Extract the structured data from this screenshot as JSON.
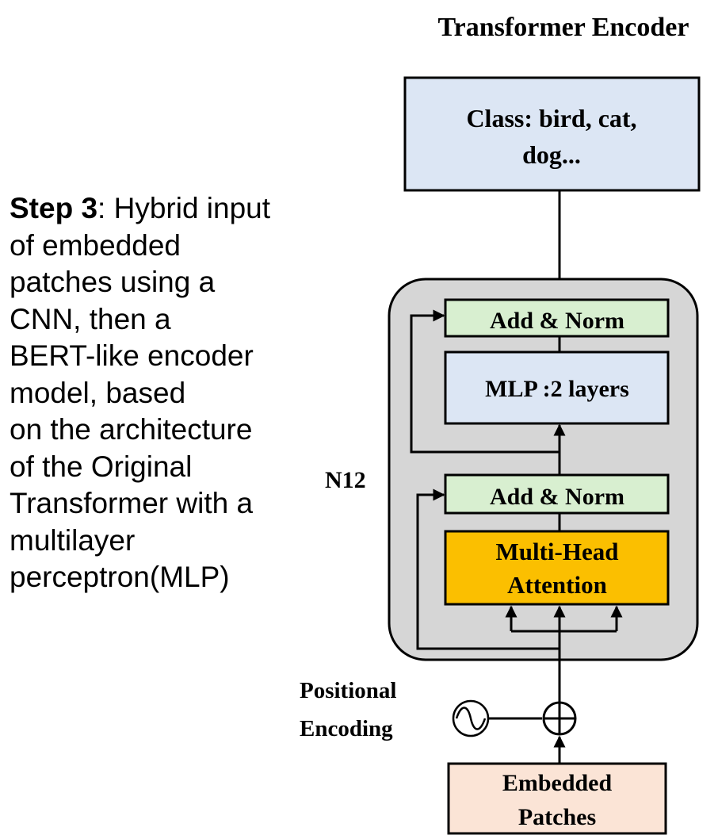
{
  "title": "Transformer Encoder",
  "step_text": {
    "label": "Step 3",
    "line1_rest": ": Hybrid input",
    "lines": [
      "of embedded",
      "patches using a",
      "CNN, then a",
      "BERT-like encoder",
      "model, based",
      "on the architecture",
      "of the Original",
      "Transformer with a",
      "multilayer",
      "perceptron(MLP)"
    ]
  },
  "class_box": {
    "line1": "Class: bird, cat,",
    "line2": "dog..."
  },
  "encoder_block": {
    "repeat_label": "N12",
    "add_norm_top": "Add & Norm",
    "mlp": "MLP :2 layers",
    "add_norm_bottom": "Add & Norm",
    "attention_line1": "Multi-Head",
    "attention_line2": "Attention"
  },
  "positional_encoding": {
    "line1": "Positional",
    "line2": "Encoding"
  },
  "embedded_patches": {
    "line1": "Embedded",
    "line2": "Patches"
  },
  "colors": {
    "class_box": "#dce6f4",
    "add_norm": "#d8efd0",
    "mlp": "#dce6f4",
    "attention": "#fbbf00",
    "encoder_bg": "#d6d6d6",
    "embedded": "#fbe4d6"
  }
}
